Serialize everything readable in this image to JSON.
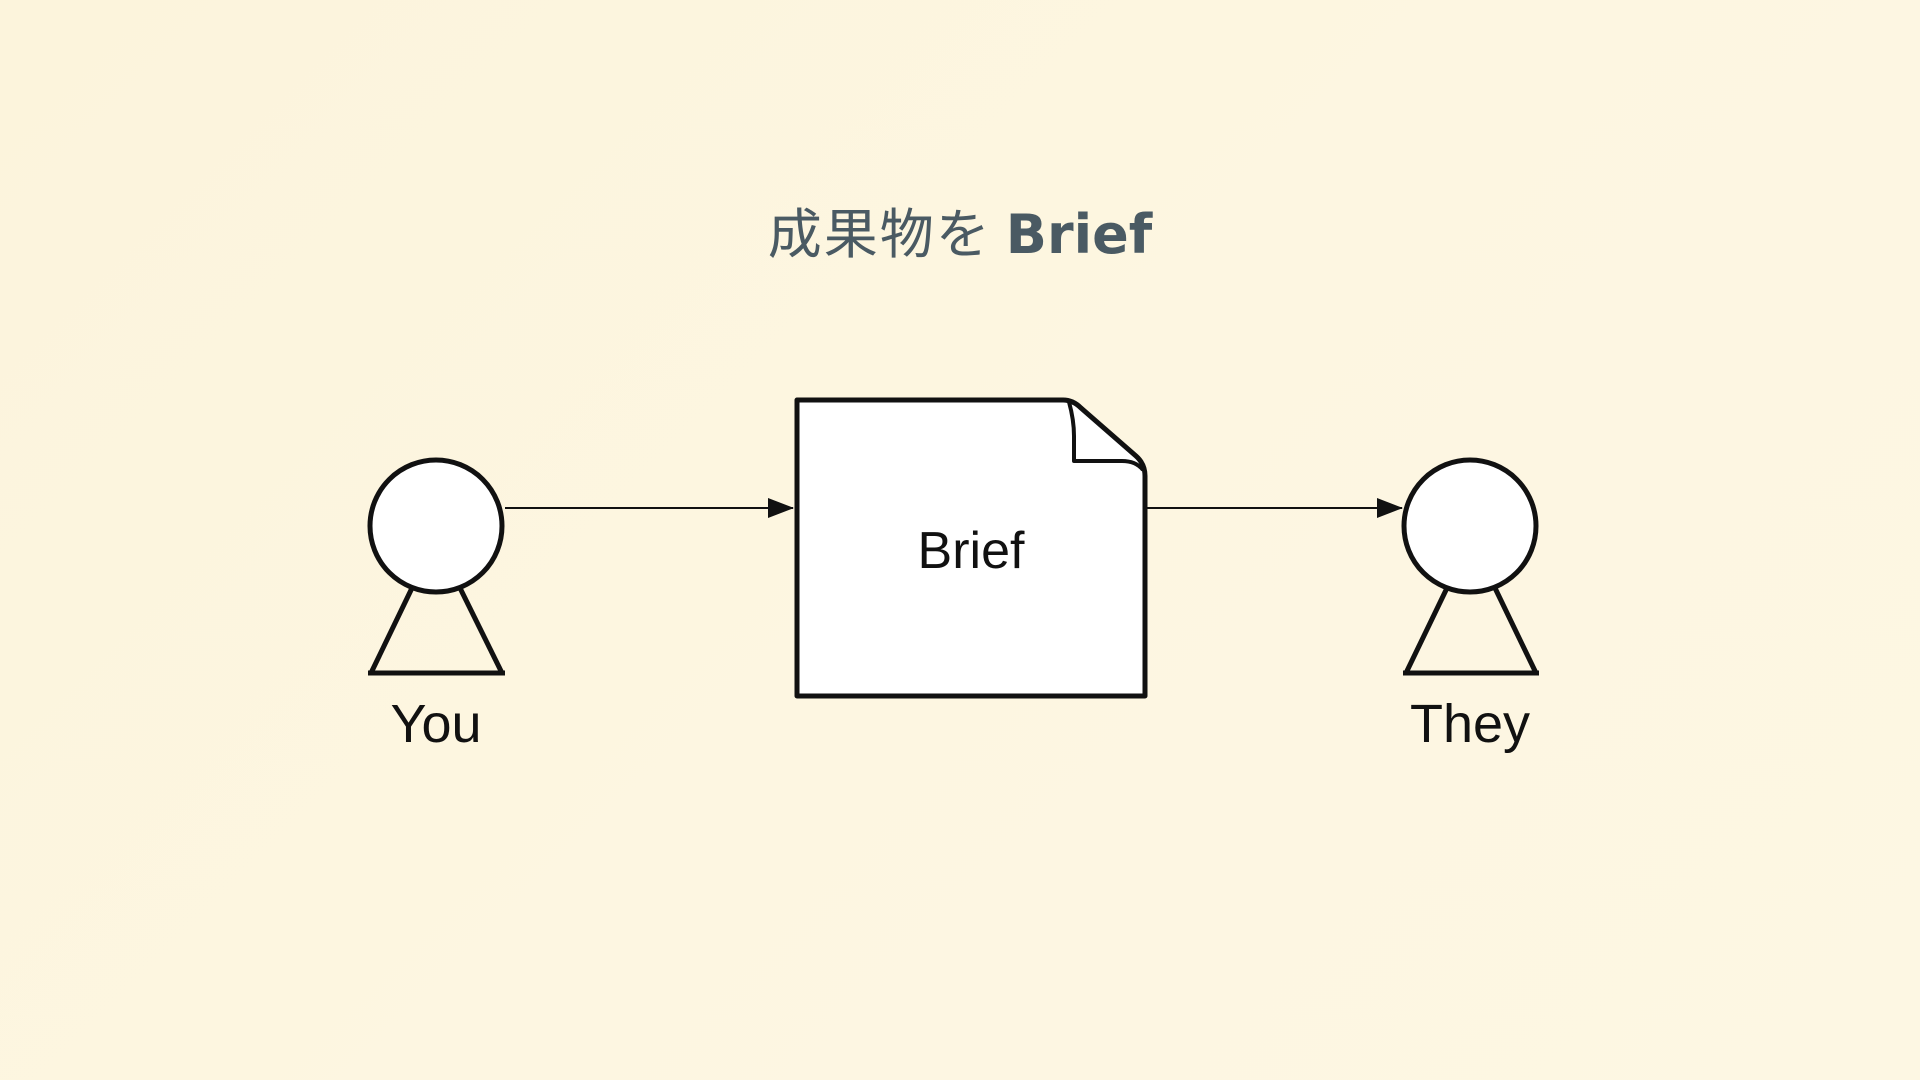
{
  "slide": {
    "title_main": "成果物を",
    "title_emphasis": "Brief"
  },
  "diagram": {
    "sender": {
      "label": "You"
    },
    "document": {
      "label": "Brief"
    },
    "receiver": {
      "label": "They"
    }
  },
  "colors": {
    "background": "#fdf6e1",
    "title_text": "#4a5a63",
    "stroke": "#111111",
    "fill": "#ffffff"
  }
}
